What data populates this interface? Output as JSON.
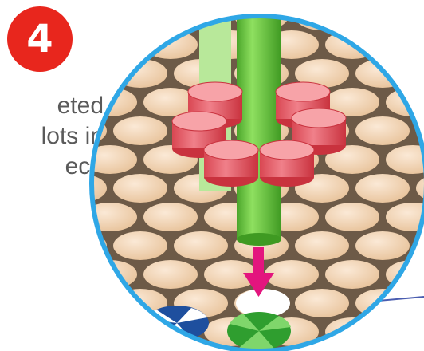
{
  "step": {
    "number": "4"
  },
  "caption": {
    "lines": [
      "eted",
      "lots in",
      "ece"
    ]
  },
  "illustration": {
    "lens_border_color": "#2fa7e6",
    "cell_color": "#f2d2b0",
    "pin_color": "#e85c66",
    "stem_color": "#66c23a",
    "arrow_color": "#e3157e",
    "icons": [
      "magnifier-lens",
      "pin-cluster",
      "green-stem",
      "down-arrow",
      "green-cap-piece",
      "blue-cap-piece"
    ]
  }
}
